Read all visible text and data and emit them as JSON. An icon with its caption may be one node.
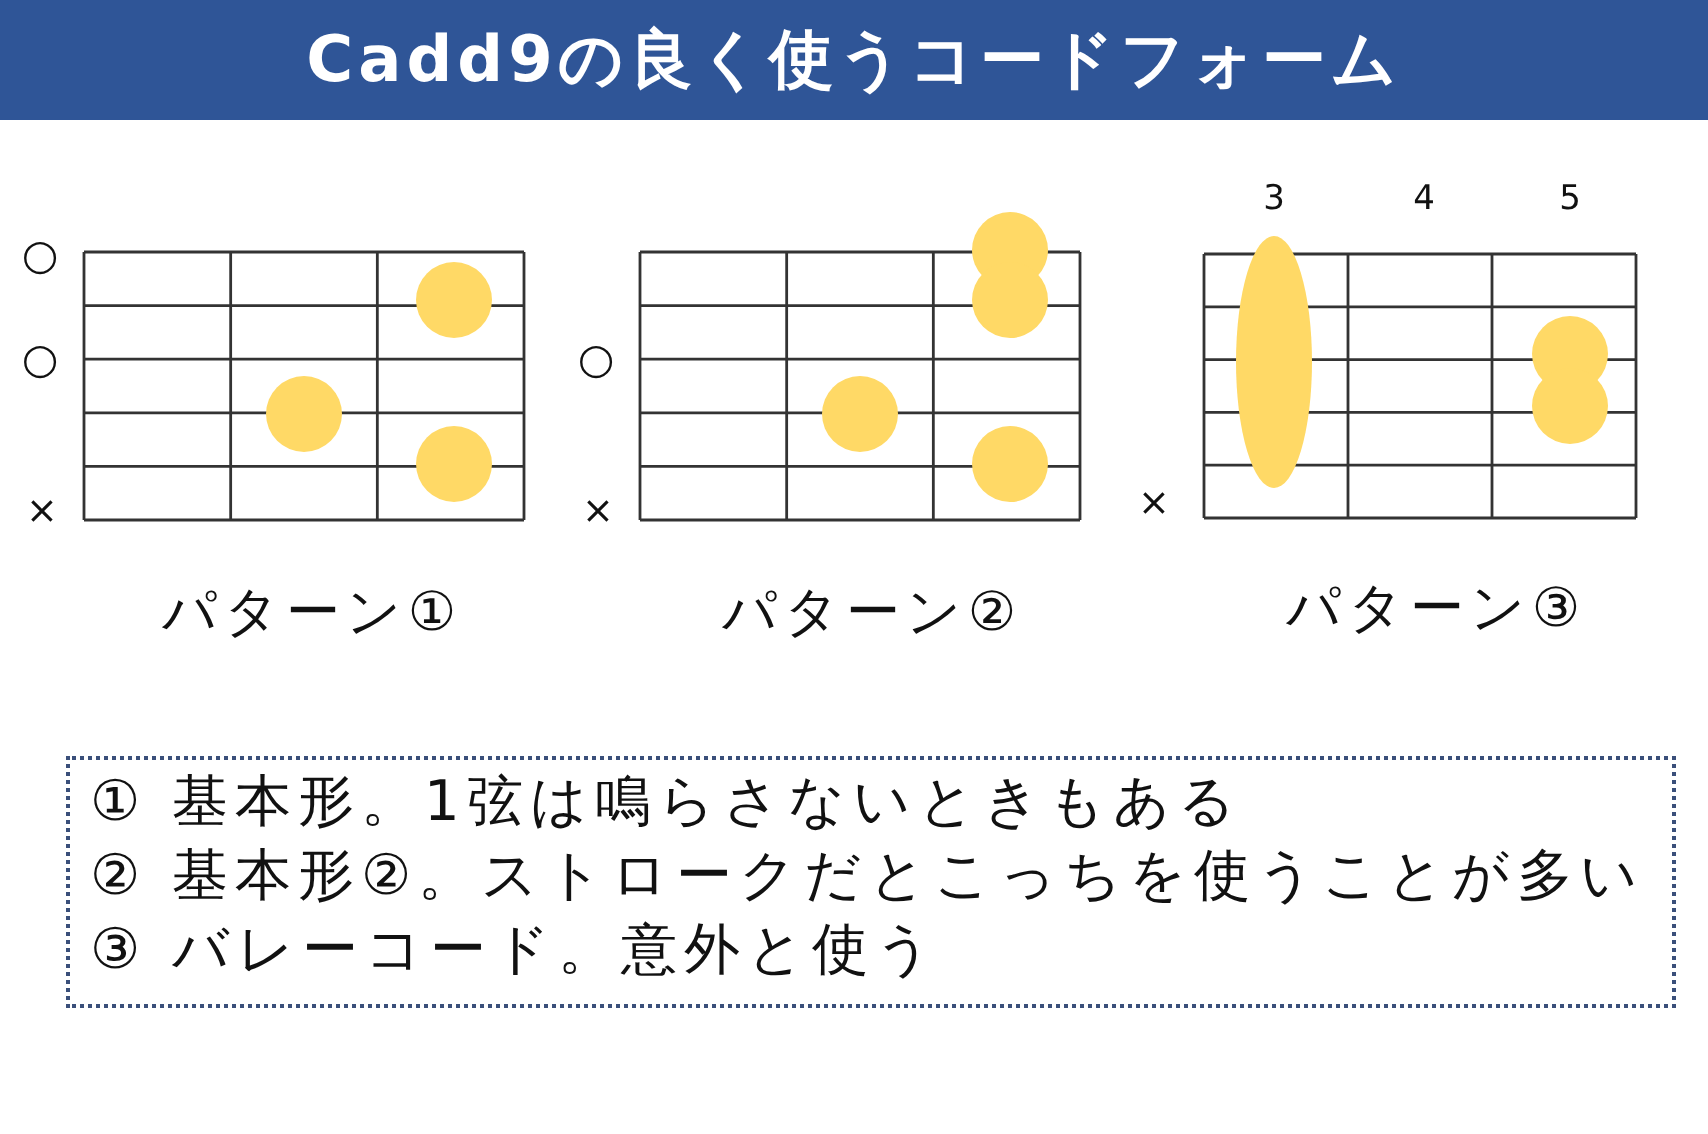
{
  "diagram": {
    "title": "Cadd9の良く使うコードフォーム",
    "nodes": [
      {
        "text": [
          "① 基本形。1弦は鳴らさないときもある",
          "② 基本形②。ストロークだとこっちを使うことが多い",
          "③ バレーコード。意外と使う"
        ]
      }
    ],
    "labels": [
      "○",
      "○",
      "×",
      "○",
      "×",
      "3",
      "4",
      "5",
      "×",
      "パターン①",
      "パターン②",
      "パターン③"
    ]
  }
}
